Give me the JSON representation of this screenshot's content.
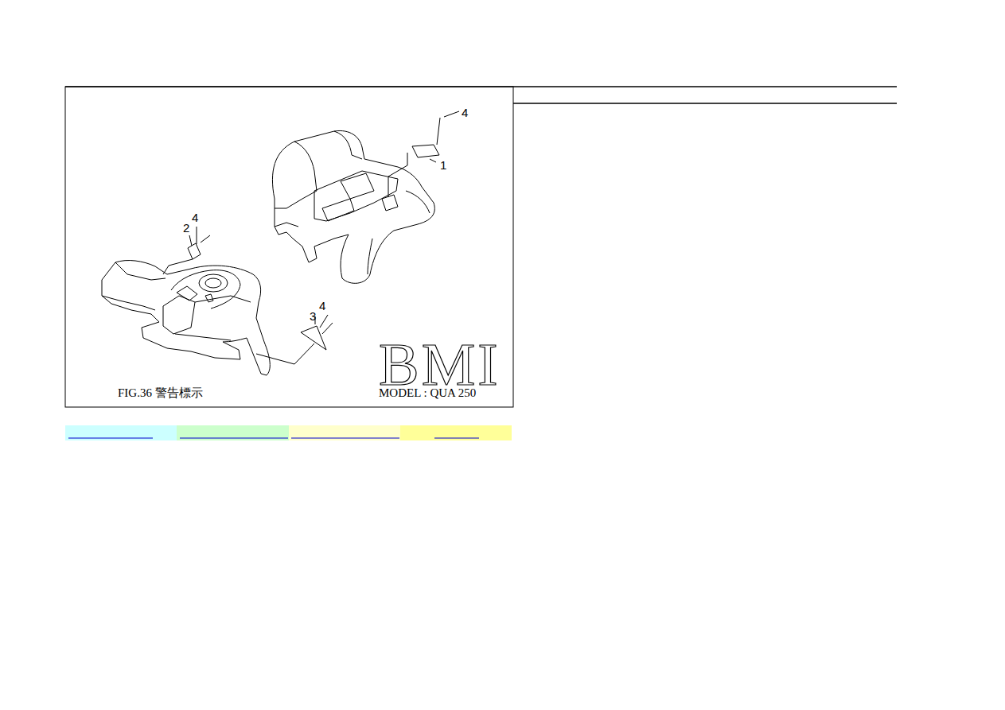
{
  "diagram": {
    "caption": "FIG.36 警告標示",
    "labels": [
      "4",
      "1",
      "2",
      "4",
      "3",
      "4",
      "BMI",
      "MODEL : QUA 250"
    ]
  }
}
